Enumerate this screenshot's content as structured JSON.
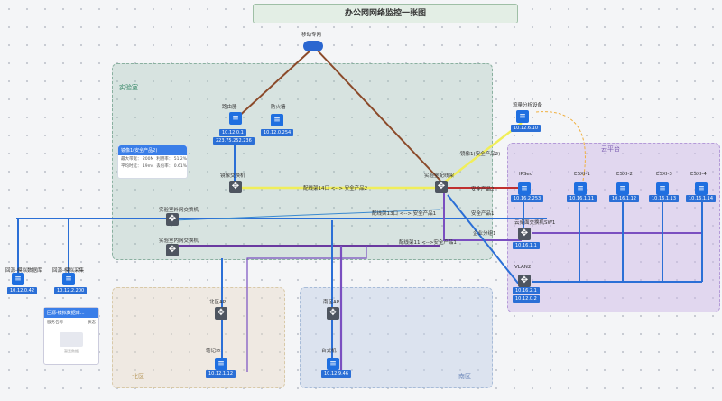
{
  "title": "办公网网络监控一张图",
  "regions": {
    "lab": "实验室",
    "cloud": "云平台",
    "north": "北区",
    "south": "南区"
  },
  "nodes": {
    "mobile": "移动专网",
    "router": "路由器",
    "firewall": "防火墙",
    "mirror_sw": "镜像交换机",
    "core_sw": "实验室配线架",
    "outer_sw": "实验室外网交换机",
    "inner_sw": "实验室内网交换机",
    "flow": "流量分析设备",
    "ipsec": "IPSec",
    "esxi1": "ESXI-1",
    "esxi2": "ESXI-2",
    "esxi3": "ESXI-3",
    "esxi4": "ESXI-4",
    "cloud_sw": "云桌面交换机SW1",
    "vlan2": "VLAN2",
    "north_ap": "北区AP",
    "south_ap": "南区AP",
    "laptop": "笔记本",
    "pc": "台式机",
    "db": "回源-模拟数据库",
    "collect": "回源-模拟采集"
  },
  "ips": {
    "router_a": "10.12.0.1",
    "router_b": "223.75.252.236",
    "firewall": "10.12.0.254",
    "flow": "10.12.6.10",
    "ipsec": "10.16.2.253",
    "esxi1": "10.16.1.11",
    "esxi2": "10.16.1.12",
    "esxi3": "10.16.1.13",
    "esxi4": "10.16.1.14",
    "cloud_sw": "10.16.1.1",
    "vlan_a": "10.16.2.1",
    "vlan_b": "10.12.0.2",
    "laptop": "10.12.1.12",
    "pc": "10.12.9.46",
    "db": "10.12.0.42",
    "collect": "10.12.2.200"
  },
  "link_labels": {
    "mirror_port": "配线架14口 <--> 安全产品2",
    "port13": "配线架13口 <--> 安全产品1",
    "port11": "配线架11 <-->安全产品1",
    "mirror1": "镜像1(安全产品2)",
    "safe2": "安全产品2",
    "safe1": "安全产品1",
    "ent1": "企业分组1"
  },
  "popup": {
    "header": "镜像1(安全产品2)",
    "r1a": "最大带宽：",
    "r1b": "200M",
    "r1c": "利用率：",
    "r1d": "51.2%",
    "r2a": "平均时延：",
    "r2b": "19ms",
    "r2c": "丢包率：",
    "r2d": "0.61%"
  },
  "mini_table": {
    "header": "回源-模拟数据库...",
    "col1": "服务名称",
    "col2": "状态",
    "empty": "暂无数据"
  }
}
